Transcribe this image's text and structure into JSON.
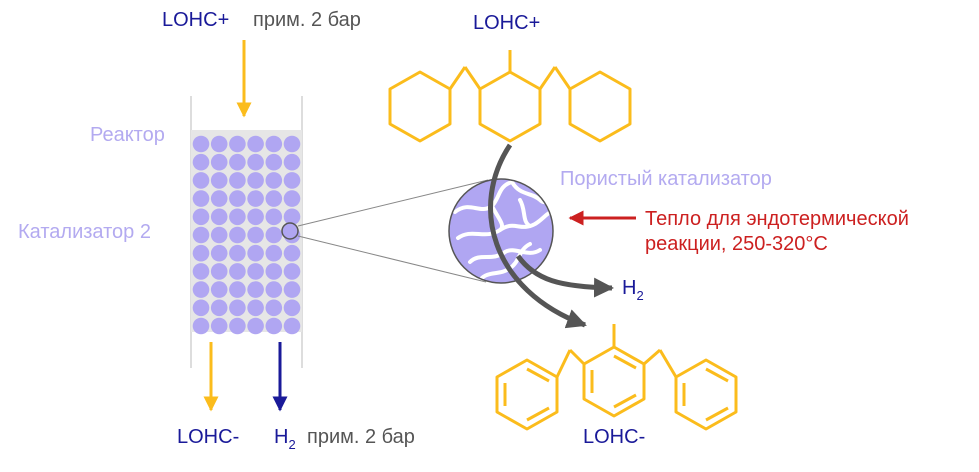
{
  "labels": {
    "inlet_lohc": "LOHC+",
    "inlet_pressure": "прим. 2 бар",
    "reactor": "Реактор",
    "catalyst": "Катализатор 2",
    "lohc_plus_top": "LOHC+",
    "porous_catalyst": "Пористый катализатор",
    "heat_line1": "Тепло для эндотермической",
    "heat_line2": "реакции, 250-320°C",
    "h2_main": "H",
    "h2_sub": "2",
    "outlet_lohc_minus": "LOHC-",
    "outlet_h2_main": "H",
    "outlet_h2_sub": "2",
    "outlet_h2_pressure": "прим. 2 бар",
    "lohc_minus_bottom": "LOHC-"
  },
  "colors": {
    "navy": "#1a1a99",
    "gray": "#555555",
    "lavender": "#b3aaf0",
    "catalyst_dot": "#b0a6f2",
    "reactor_bg": "#e6e6e6",
    "molecule": "#fbbc1c",
    "heat_red": "#cc2020",
    "flow_arrow": "#555555",
    "h2_arrow": "#1a1a99"
  }
}
